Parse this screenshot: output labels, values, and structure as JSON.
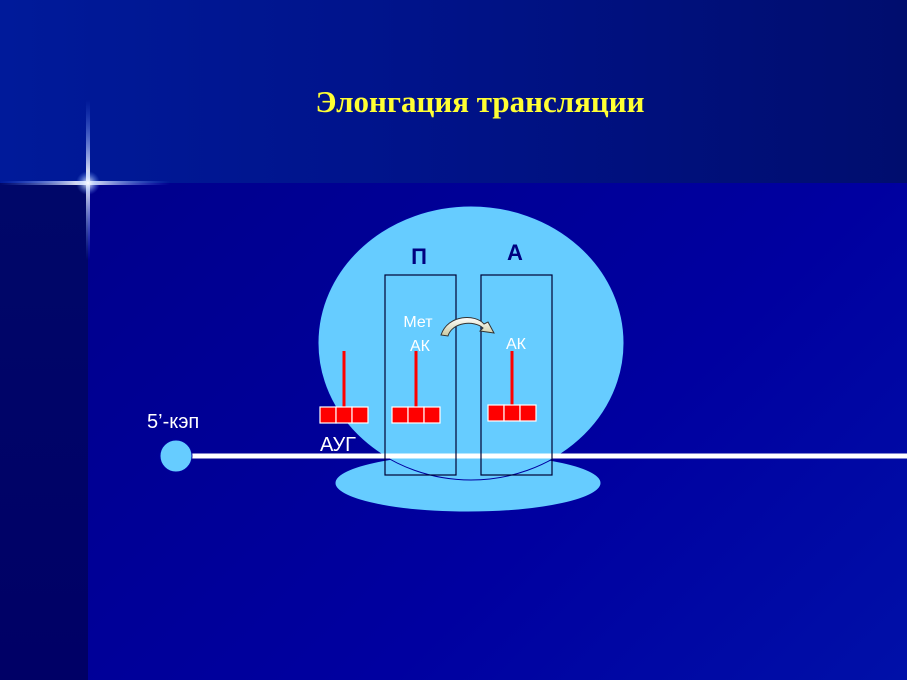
{
  "slide": {
    "title": "Элонгация трансляции"
  },
  "diagram": {
    "site_p_label": "П",
    "site_a_label": "А",
    "p_site_aa": "Мет",
    "p_site_aa2": "АК",
    "a_site_aa": "АК",
    "cap_label": "5’-кэп",
    "start_codon": "АУГ"
  },
  "colors": {
    "ribosome": "#66ccff",
    "codon": "#ff0000",
    "mrna": "#ffffff",
    "title": "#ffff33"
  }
}
